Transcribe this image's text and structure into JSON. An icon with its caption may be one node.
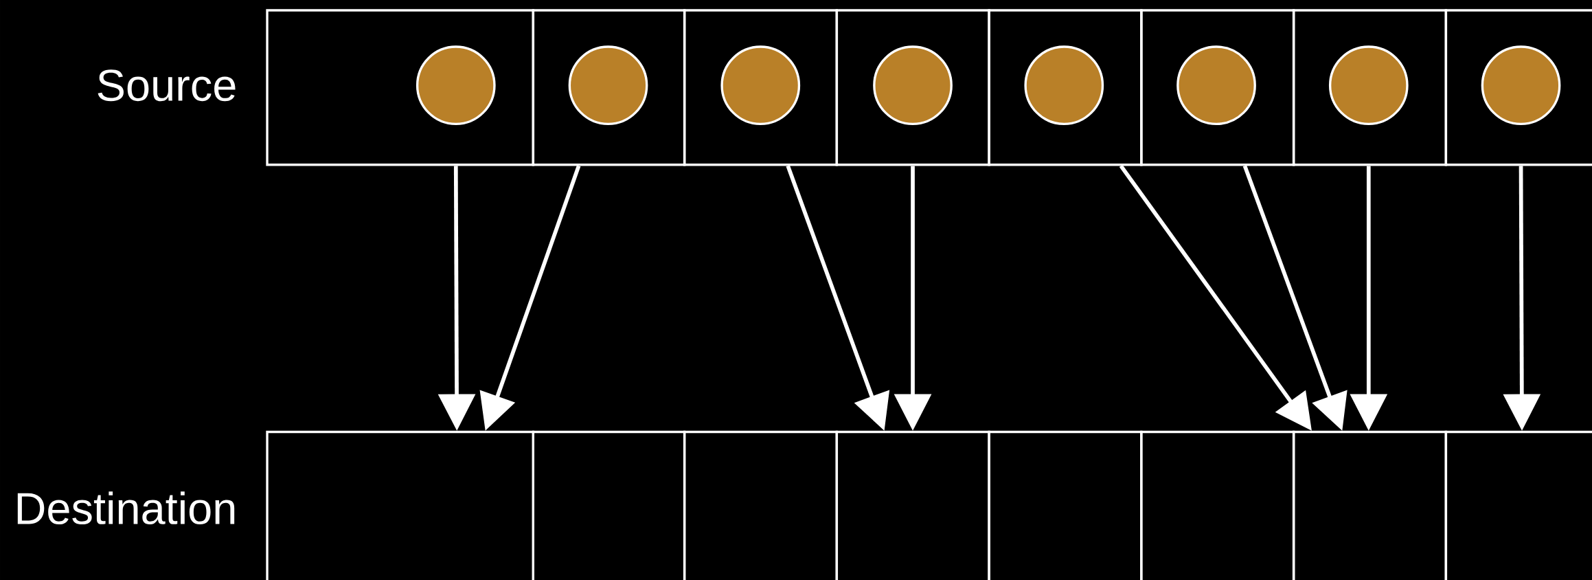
{
  "diagram": {
    "nodes": [
      {
        "text": [],
        "shape": "box"
      },
      {
        "text": [],
        "shape": "box"
      },
      {
        "text": [],
        "shape": "box"
      },
      {
        "text": [],
        "shape": "box"
      },
      {
        "text": [],
        "shape": "box"
      },
      {
        "text": [],
        "shape": "box"
      },
      {
        "text": [],
        "shape": "box"
      },
      {
        "text": [],
        "shape": "box"
      },
      {
        "text": [],
        "shape": "circle",
        "in": 0
      },
      {
        "text": [],
        "shape": "circle",
        "in": 1
      },
      {
        "text": [],
        "shape": "circle",
        "in": 2
      },
      {
        "text": [],
        "shape": "circle",
        "in": 3
      },
      {
        "text": [],
        "shape": "circle",
        "in": 4
      },
      {
        "text": [],
        "shape": "circle",
        "in": 5
      },
      {
        "text": [],
        "shape": "circle",
        "in": 6
      },
      {
        "text": [],
        "shape": "circle",
        "in": 7
      },
      {
        "text": [],
        "shape": "box"
      },
      {
        "text": [],
        "shape": "box"
      },
      {
        "text": [],
        "shape": "box"
      },
      {
        "text": [],
        "shape": "box"
      },
      {
        "text": [],
        "shape": "box"
      },
      {
        "text": [],
        "shape": "box"
      },
      {
        "text": [],
        "shape": "box"
      },
      {
        "text": [],
        "shape": "box"
      }
    ],
    "edges": [
      {
        "from": 0,
        "to": 16,
        "arrow": "to"
      },
      {
        "from": 1,
        "to": 16,
        "arrow": "to"
      },
      {
        "from": 2,
        "to": 19,
        "arrow": "to"
      },
      {
        "from": 3,
        "to": 19,
        "arrow": "to"
      },
      {
        "from": 4,
        "to": 22,
        "arrow": "to"
      },
      {
        "from": 5,
        "to": 22,
        "arrow": "to"
      },
      {
        "from": 6,
        "to": 22,
        "arrow": "to"
      },
      {
        "from": 7,
        "to": 23,
        "arrow": "to"
      }
    ],
    "labels": [
      "Source",
      "Destination"
    ]
  }
}
